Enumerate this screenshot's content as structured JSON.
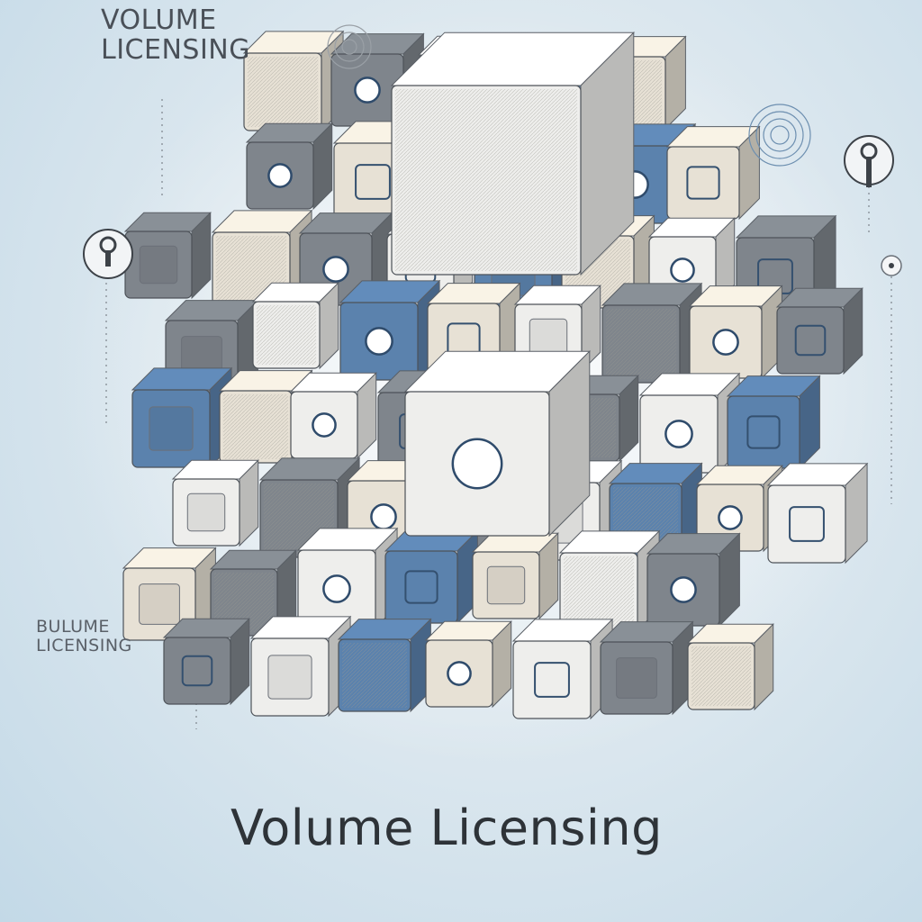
{
  "labels": {
    "top": [
      "VOLUME",
      "LICENSING"
    ],
    "side": [
      "BULUME",
      "LICENSING"
    ],
    "main": "Volume Licensing"
  },
  "colors": {
    "background": "#c3d9e7",
    "cube_blue": "#5b82ad",
    "cube_gray": "#7f858c",
    "cube_cream": "#e7e1d5",
    "cube_white": "#eeeeec",
    "text": "#2e3338"
  },
  "icons": [
    "padlock-key-icon",
    "fingerprint-icon",
    "circle-badge-icon"
  ]
}
